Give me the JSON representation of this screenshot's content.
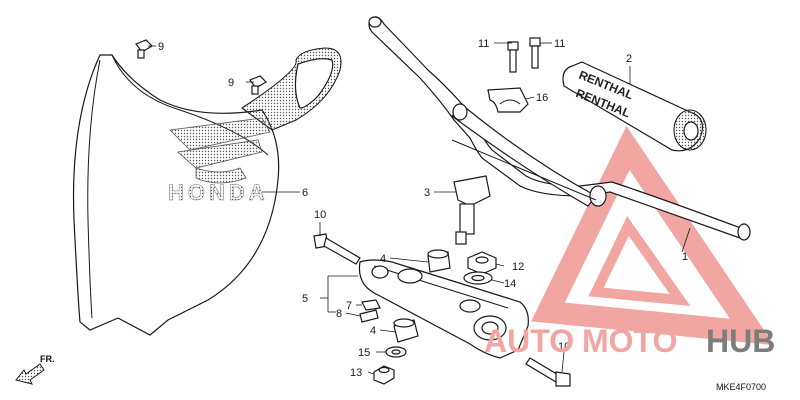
{
  "diagram": {
    "callouts": [
      {
        "id": "c1",
        "label": "1"
      },
      {
        "id": "c2",
        "label": "2"
      },
      {
        "id": "c3",
        "label": "3"
      },
      {
        "id": "c4a",
        "label": "4"
      },
      {
        "id": "c4b",
        "label": "4"
      },
      {
        "id": "c5",
        "label": "5"
      },
      {
        "id": "c6",
        "label": "6"
      },
      {
        "id": "c7",
        "label": "7"
      },
      {
        "id": "c8",
        "label": "8"
      },
      {
        "id": "c9a",
        "label": "9"
      },
      {
        "id": "c9b",
        "label": "9"
      },
      {
        "id": "c10a",
        "label": "10"
      },
      {
        "id": "c10b",
        "label": "10"
      },
      {
        "id": "c11a",
        "label": "11"
      },
      {
        "id": "c11b",
        "label": "11"
      },
      {
        "id": "c12",
        "label": "12"
      },
      {
        "id": "c13",
        "label": "13"
      },
      {
        "id": "c14",
        "label": "14"
      },
      {
        "id": "c15",
        "label": "15"
      },
      {
        "id": "c16",
        "label": "16"
      }
    ],
    "brand_mark": "HONDA",
    "grip_brand": "RENTHAL",
    "direction_label": "FR.",
    "diagram_code": "MKE4F0700"
  },
  "watermark": {
    "text_light": "AUTO",
    "text_light_2": "MOTO",
    "text_dark": "HUB",
    "color_light": "#f2a6a2",
    "color_dark": "#7d7d7d"
  }
}
